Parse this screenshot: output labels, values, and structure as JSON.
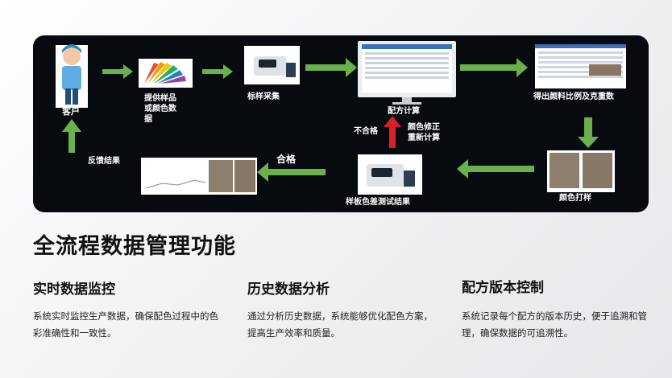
{
  "diagram": {
    "steps": {
      "customer": "客户",
      "provide_sample": "提供样品\n或颜色数\n据",
      "standard_capture": "标样采集",
      "formula_calc": "配方计算",
      "pigment_ratio": "得出颜料比例及克重数",
      "color_proof": "颜色打样",
      "sample_test_result": "样板色差测试结果",
      "feedback_result": "反馈结果"
    },
    "edges": {
      "unqualified": "不合格",
      "correction": "颜色修正\n重新计算",
      "qualified": "合格"
    },
    "colors": {
      "arrow_green": "#6ab04c",
      "arrow_red": "#d9202a",
      "panel": "#070b10"
    }
  },
  "heading": "全流程数据管理功能",
  "features": [
    {
      "title": "实时数据监控",
      "text": "系统实时监控生产数据，确保配色过程中的色彩准确性和一致性。"
    },
    {
      "title": "历史数据分析",
      "text": "通过分析历史数据，系统能够优化配色方案，提高生产效率和质量。"
    },
    {
      "title": "配方版本控制",
      "text": "系统记录每个配方的版本历史，便于追溯和管理，确保数据的可追溯性。"
    }
  ]
}
